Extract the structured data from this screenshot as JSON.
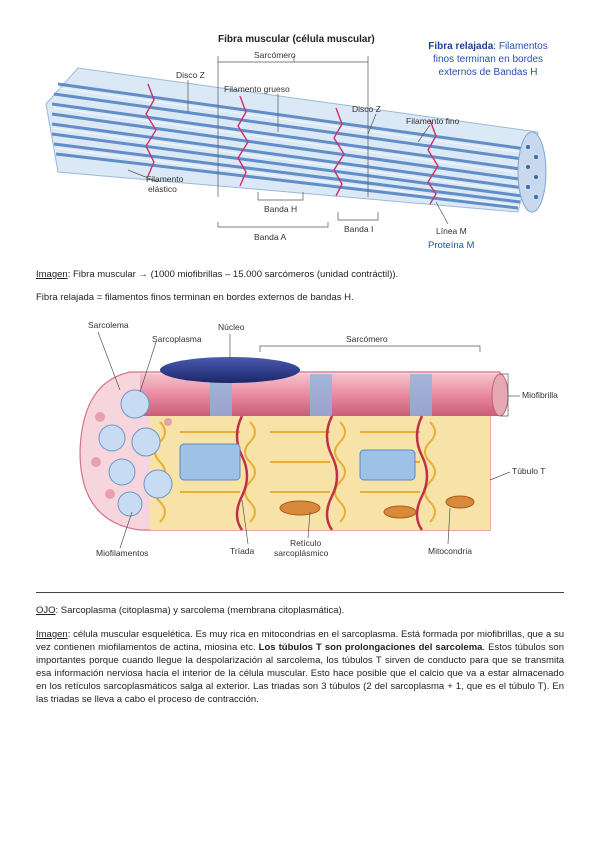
{
  "figure1": {
    "title": "Fibra muscular (célula muscular)",
    "labels": {
      "sarcomero": "Sarcómero",
      "disco_z_left": "Disco Z",
      "filamento_grueso": "Filamento grueso",
      "disco_z_right": "Disco Z",
      "filamento_fino": "Filamento fino",
      "filamento_elastico_1": "Filamento",
      "filamento_elastico_2": "elástico",
      "banda_h": "Banda H",
      "banda_a": "Banda A",
      "banda_i": "Banda I",
      "linea_m": "Línea M"
    },
    "note_bold": "Fibra relajada",
    "note_rest": ": Filamentos finos terminan en  bordes externos de Bandas H",
    "protein": "Proteína M"
  },
  "para1": {
    "label": "Imagen",
    "text": ": Fibra muscular → (1000 miofibrillas – 15.000 sarcómeros (unidad contráctil))."
  },
  "para2": {
    "text": "Fibra relajada = filamentos finos terminan en bordes externos de bandas H."
  },
  "figure2": {
    "labels": {
      "sarcolema": "Sarcolema",
      "nucleo": "Núcleo",
      "sarcoplasma": "Sarcoplasma",
      "sarcomero": "Sarcómero",
      "miofibrilla": "Miofibrilla",
      "tubulo_t": "Túbulo T",
      "miofilamentos": "Miofilamentos",
      "triada": "Tríada",
      "reticulo_1": "Retículo",
      "reticulo_2": "sarcoplásmico",
      "mitocondria": "Mitocondria"
    }
  },
  "para3": {
    "label": "OJO",
    "text": ": Sarcoplasma (citoplasma) y sarcolema (membrana citoplasmática)."
  },
  "para4": {
    "label": "Imagen",
    "text_a": ": célula muscular esquelética. Es muy rica en mitocondrias en el sarcoplasma. Está formada por miofibrillas, que a su vez contienen miofilamentos de actina, miosina etc. ",
    "bold": "Los túbulos T son prolongaciones del sarcolema",
    "text_b": ". Estos túbulos son importantes porque cuando llegue la despolarización al sarcolema, los túbulos T sirven de conducto para que se transmita esa información nerviosa hacia el interior de la célula muscular. Esto hace posible que el calcio que va a estar almacenado en los retículos sarcoplasmáticos salga al exterior. Las triadas son 3 túbulos (2 del sarcoplasma + 1, que es el túbulo T). En las triadas se lleva a cabo el proceso de contracción."
  },
  "colors": {
    "note_blue": "#2a4fb0",
    "membrane_pink": "#e98aa0",
    "reticulum_yellow": "#f2c23a",
    "nucleus_navy": "#24327a",
    "fibril_blue": "#7fa7d6"
  }
}
